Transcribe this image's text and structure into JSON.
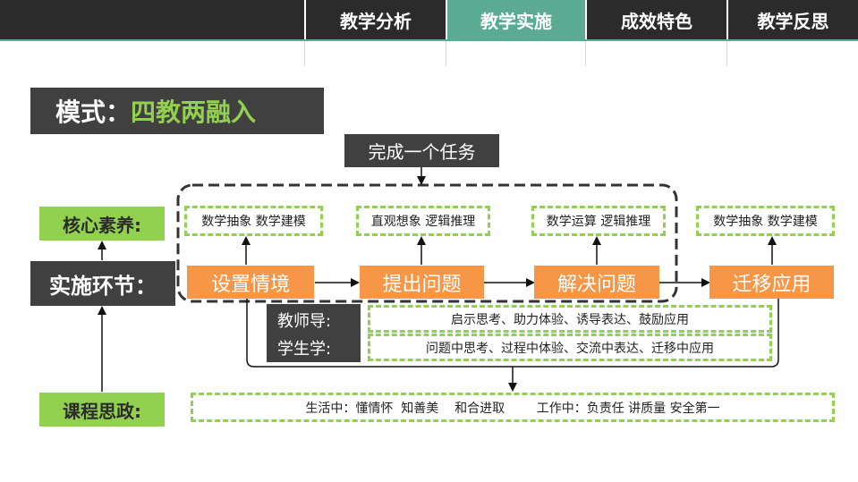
{
  "nav": {
    "tabs": [
      {
        "label": "教学分析",
        "active": false
      },
      {
        "label": "教学实施",
        "active": true
      },
      {
        "label": "成效特色",
        "active": false
      },
      {
        "label": "教学反思",
        "active": false
      }
    ]
  },
  "title": {
    "lead": "模式：",
    "highlight": "四教两融入"
  },
  "task": "完成一个任务",
  "labels": {
    "core_literacy": "核心素养:",
    "implementation": "实施环节：",
    "ideology": "课程思政:"
  },
  "literacy": [
    "数学抽象 数学建模",
    "直观想象 逻辑推理",
    "数学运算 逻辑推理",
    "数学抽象 数学建模"
  ],
  "steps": [
    "设置情境",
    "提出问题",
    "解决问题",
    "迁移应用"
  ],
  "roles": {
    "teacher_label": "教师导:",
    "student_label": "学生学:",
    "teacher_text": "启示思考、助力体验、诱导表达、鼓励应用",
    "student_text": "问题中思考、过程中体验、交流中表达、迁移中应用"
  },
  "ideology_text": "生活中：懂情怀  知善美    和合进取        工作中：负责任 讲质量 安全第一",
  "colors": {
    "dark": "#404040",
    "green": "#92d050",
    "orange": "#f79646",
    "teal": "#5aab92"
  }
}
